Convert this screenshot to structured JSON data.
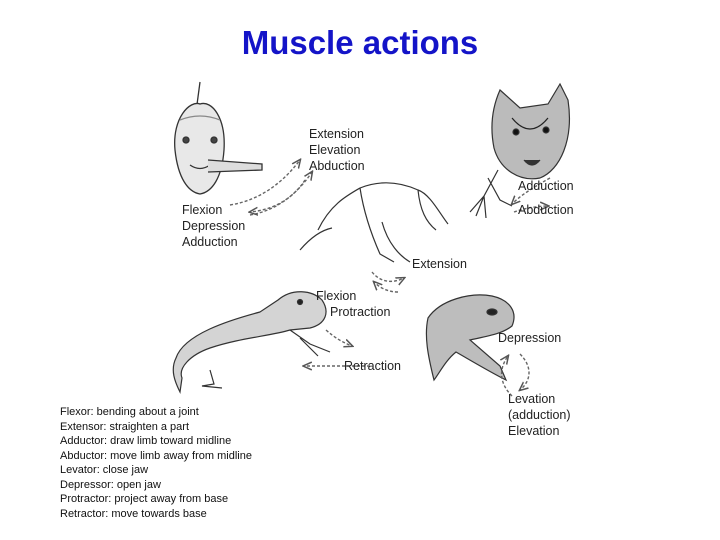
{
  "title": "Muscle actions",
  "labels": {
    "extension_top": "Extension",
    "elevation_top": "Elevation",
    "abduction_top": "Abduction",
    "flexion_left": "Flexion",
    "depression_left": "Depression",
    "adduction_left": "Adduction",
    "adduction_right": "Adduction",
    "abduction_right": "Abduction",
    "extension_mid": "Extension",
    "flexion_mid": "Flexion",
    "protraction": "Protraction",
    "retraction": "Retraction",
    "depression_snake": "Depression",
    "levation": "Levation",
    "adduction_paren": "(adduction)",
    "elevation_bottom": "Elevation"
  },
  "definitions": [
    "Flexor: bending about a joint",
    "Extensor: straighten a part",
    "Adductor: draw limb toward midline",
    "Abductor: move limb away from midline",
    "Levator: close jaw",
    "Depressor: open jaw",
    "Protractor: project away from base",
    "Retractor: move towards base"
  ]
}
